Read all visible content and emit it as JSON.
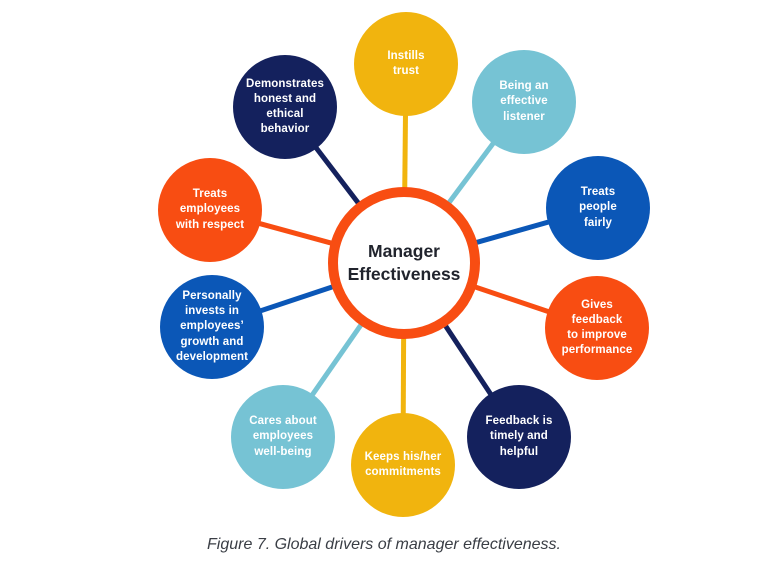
{
  "figure": {
    "caption": "Figure 7. Global drivers of manager effectiveness.",
    "hub": {
      "label": "Manager\nEffectiveness"
    },
    "nodes": [
      {
        "id": "instills-trust",
        "label": "Instills\ntrust",
        "color": "yellow",
        "hex": "#F1B40E"
      },
      {
        "id": "effective-listener",
        "label": "Being an\neffective\nlistener",
        "color": "light-blue",
        "hex": "#76C3D4"
      },
      {
        "id": "treats-people-fairly",
        "label": "Treats\npeople\nfairly",
        "color": "blue",
        "hex": "#0B57B7"
      },
      {
        "id": "gives-feedback",
        "label": "Gives\nfeedback\nto improve\nperformance",
        "color": "orange",
        "hex": "#F84D12"
      },
      {
        "id": "feedback-timely",
        "label": "Feedback is\ntimely and\nhelpful",
        "color": "navy",
        "hex": "#14215D"
      },
      {
        "id": "keeps-commitments",
        "label": "Keeps his/her\ncommitments",
        "color": "yellow",
        "hex": "#F1B40E"
      },
      {
        "id": "cares-about-wellbeing",
        "label": "Cares about\nemployees\nwell-being",
        "color": "light-blue",
        "hex": "#76C3D4"
      },
      {
        "id": "personally-invests",
        "label": "Personally\ninvests in\nemployees’\ngrowth and\ndevelopment",
        "color": "blue",
        "hex": "#0B57B7"
      },
      {
        "id": "treats-employees-respect",
        "label": "Treats\nemployees\nwith respect",
        "color": "orange",
        "hex": "#F84D12"
      },
      {
        "id": "demonstrates-honest",
        "label": "Demonstrates\nhonest and\nethical\nbehavior",
        "color": "navy",
        "hex": "#14215D"
      }
    ],
    "colors": {
      "orange": "#F84D12",
      "yellow": "#F1B40E",
      "light_blue": "#76C3D4",
      "blue": "#0B57B7",
      "navy": "#14215D",
      "hub_ring": "#F84D12",
      "hub_text": "#21242D",
      "node_text": "#FFFFFF",
      "caption_text": "#3A3E45",
      "background": "#FFFFFF"
    }
  }
}
